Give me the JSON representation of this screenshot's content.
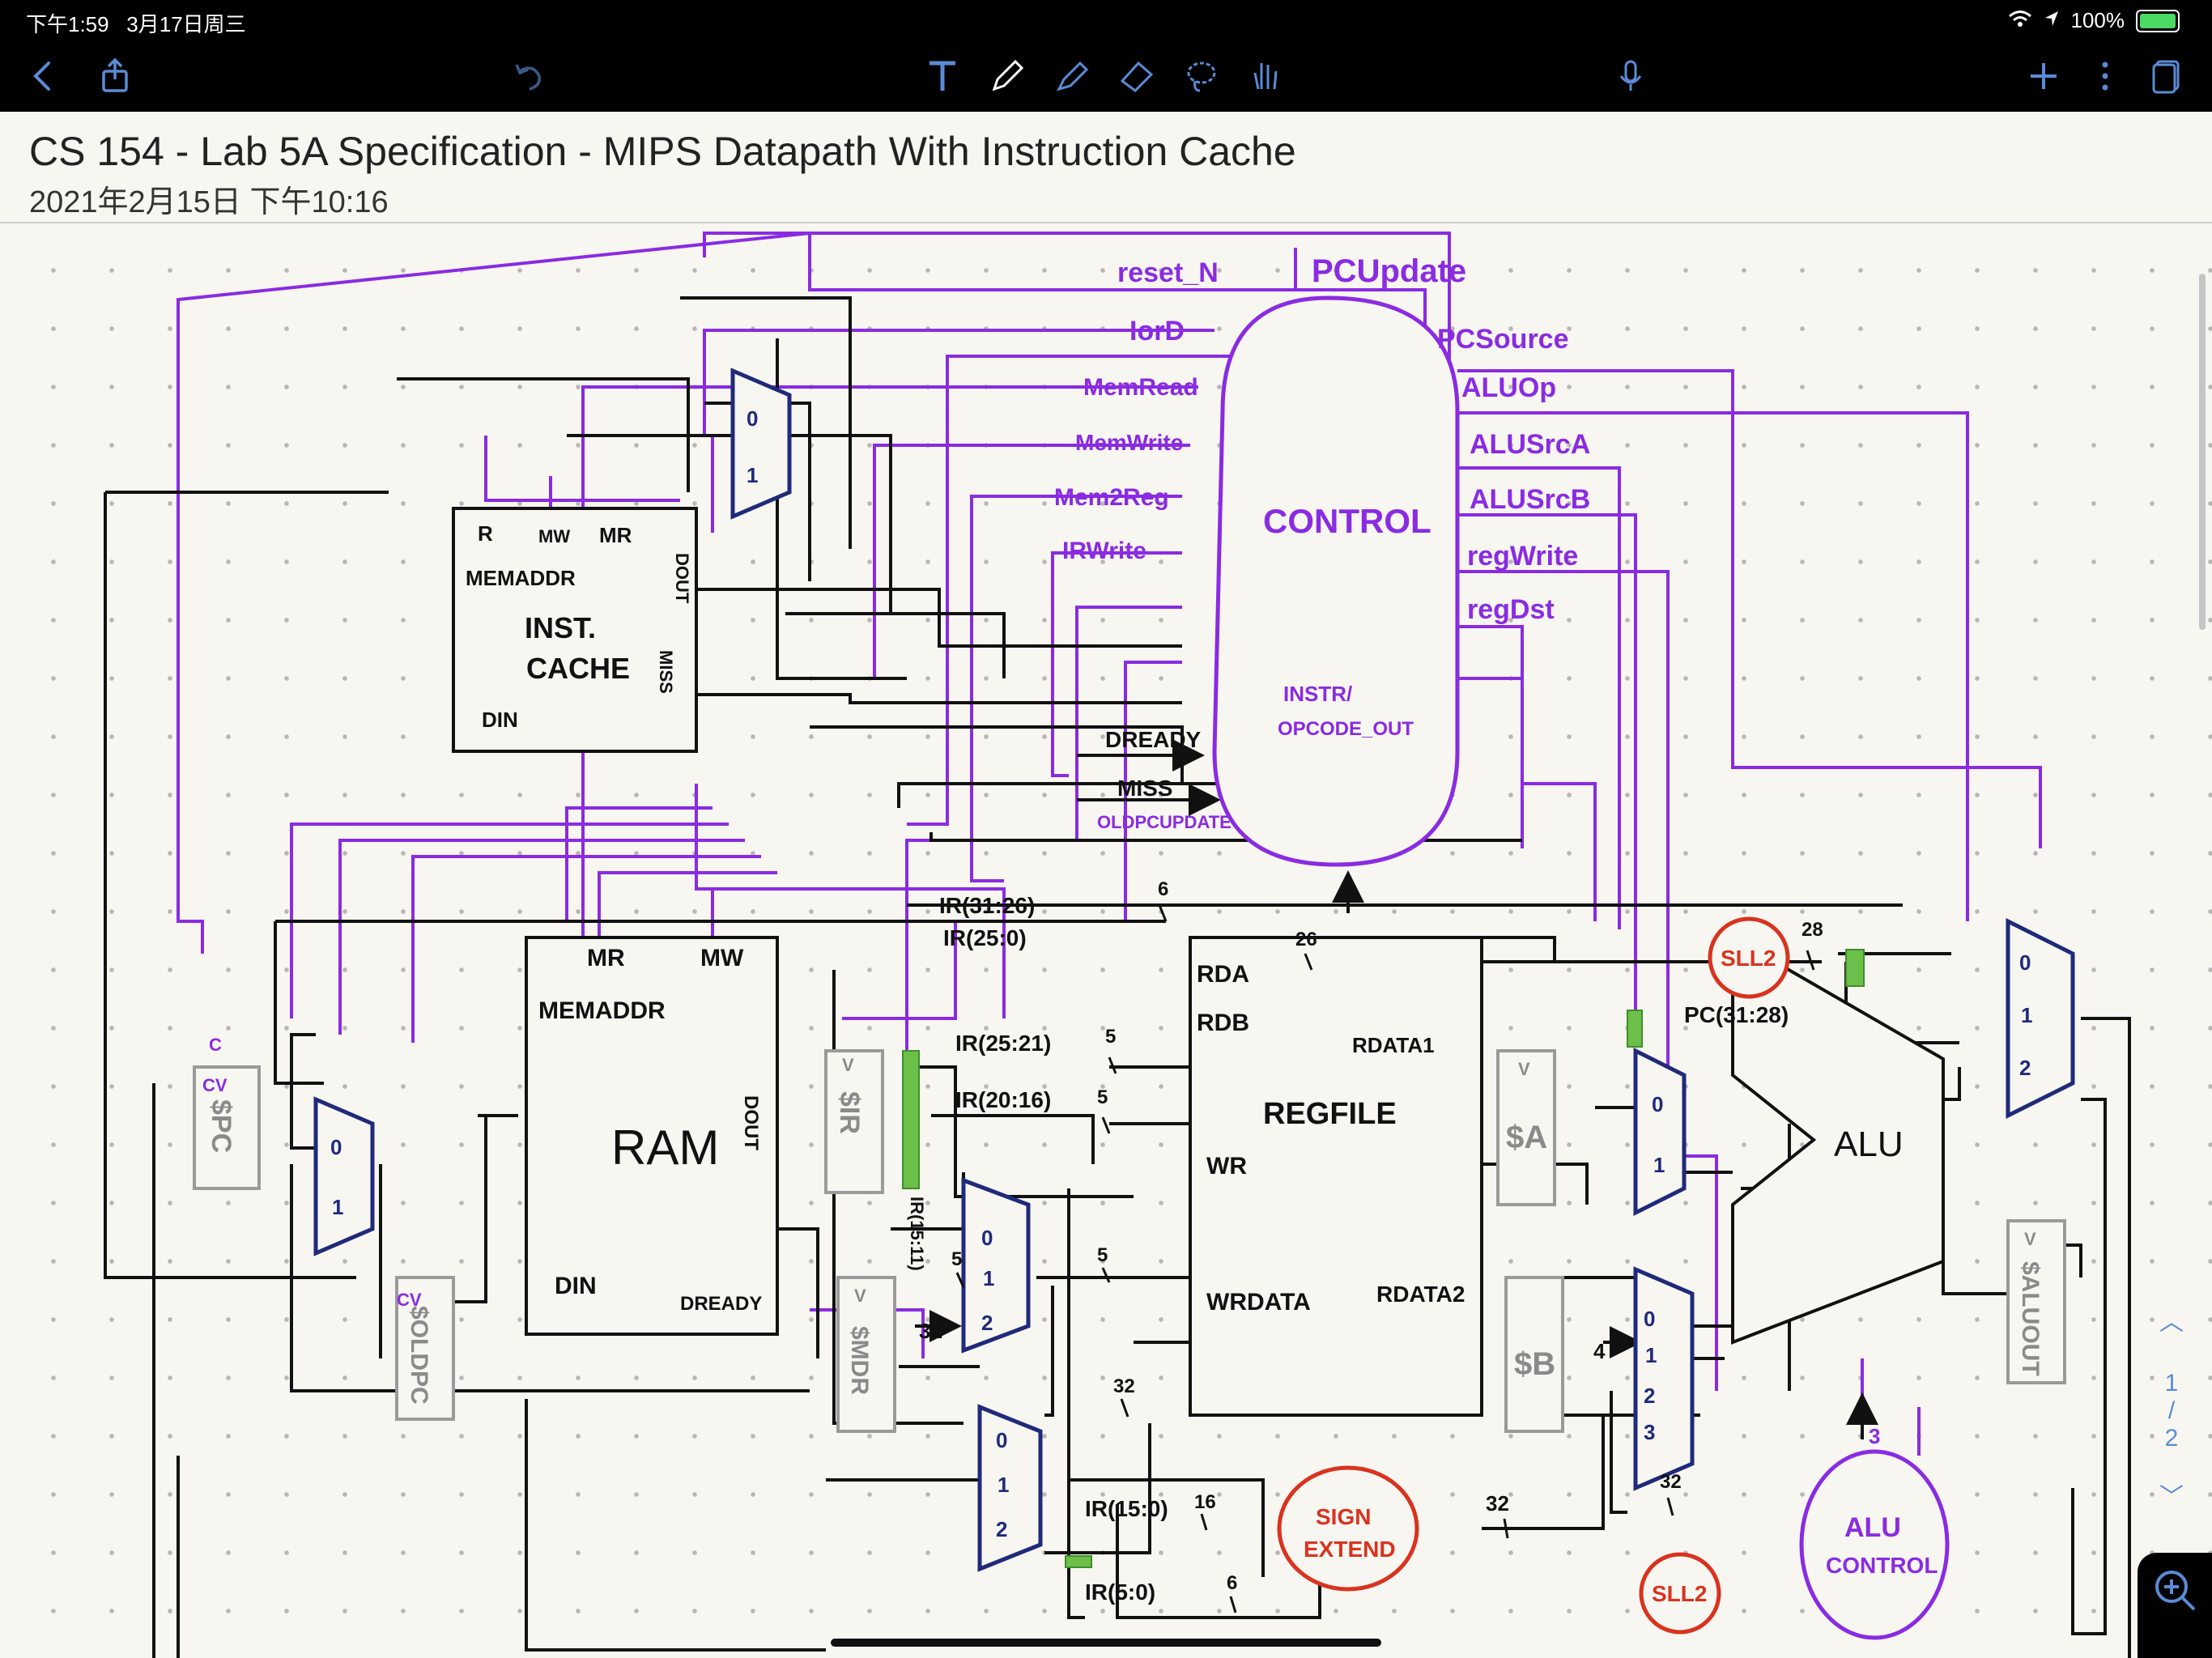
{
  "status": {
    "time": "下午1:59",
    "date": "3月17日周三",
    "battery": "100%"
  },
  "toolbar": {
    "icons": [
      "back-icon",
      "share-icon",
      "undo-icon",
      "text-tool-icon",
      "pen-tool-icon",
      "highlighter-icon",
      "eraser-icon",
      "lasso-icon",
      "hand-icon",
      "microphone-icon",
      "add-icon",
      "more-icon",
      "pages-icon"
    ]
  },
  "note": {
    "title": "CS 154 - Lab 5A Specification - MIPS Datapath With Instruction Cache",
    "date": "2021年2月15日 下午10:16"
  },
  "diagram": {
    "control": {
      "label": "CONTROL",
      "instr_label": "INSTR/",
      "opcode_label": "OPCODE_OUT",
      "inputs": [
        "reset_N",
        "IorD",
        "MemRead",
        "MemWrite",
        "Mem2Reg",
        "IRWrite"
      ],
      "outputs": [
        "PCUpdate",
        "PCSource",
        "ALUOp",
        "ALUSrcA",
        "ALUSrcB",
        "regWrite",
        "regDst"
      ],
      "status_inputs": [
        "DREADY",
        "MISS",
        "OLDPCUPDATE"
      ]
    },
    "inst_cache": {
      "label1": "INST.",
      "label2": "CACHE",
      "r": "R",
      "mw": "MW",
      "mr": "MR",
      "memaddr": "MEMADDR",
      "din": "DIN",
      "dout": "DOUT",
      "miss": "MISS"
    },
    "ram": {
      "label": "RAM",
      "mr": "MR",
      "mw": "MW",
      "memaddr": "MEMADDR",
      "din": "DIN",
      "dready": "DREADY",
      "dout": "DOUT"
    },
    "regfile": {
      "label": "REGFILE",
      "rda": "RDA",
      "rdb": "RDB",
      "wr": "WR",
      "wrdata": "WRDATA",
      "rdata1": "RDATA1",
      "rdata2": "RDATA2"
    },
    "alu": {
      "label": "ALU"
    },
    "alu_control": {
      "label1": "ALU",
      "label2": "CONTROL",
      "bits": "3"
    },
    "sign_extend": {
      "label1": "SIGN",
      "label2": "EXTEND"
    },
    "sll2_top": "SLL2",
    "sll2_bottom": "SLL2",
    "registers": {
      "pc": "$PC",
      "oldpc": "$OLDPC",
      "ir": "$IR",
      "mdr": "$MDR",
      "a": "$A",
      "b": "$B",
      "aluout": "$ALUOUT"
    },
    "reg_tags": {
      "pc_c": "C",
      "pc_v": "CV",
      "oldpc_v": "CV",
      "v": "V"
    },
    "buses": {
      "ir3126": "IR(31:26)",
      "ir250": "IR(25:0)",
      "ir2521": "IR(25:21)",
      "ir2016": "IR(20:16)",
      "ir1511": "IR(15:11)",
      "ir150": "IR(15:0)",
      "ir50": "IR(5:0)",
      "pc3128": "PC(31:28)",
      "w6": "6",
      "w26": "26",
      "w5a": "5",
      "w5b": "5",
      "w5c": "5",
      "w5d": "5",
      "w28": "28",
      "w32a": "32",
      "w32b": "32",
      "w32c": "32",
      "w16": "16",
      "w6b": "6",
      "n31": "31",
      "n4": "4"
    },
    "mux_labels": {
      "m0": "0",
      "m1": "1",
      "m2": "2",
      "m3": "3"
    }
  },
  "pager": {
    "current": "1",
    "sep": "/",
    "total": "2"
  },
  "colors": {
    "wire": "#111111",
    "control": "#8a2be2",
    "mux": "#1f2a7a",
    "reg": "#9a9a9a",
    "red": "#d9331f",
    "green": "#6cc04a"
  }
}
